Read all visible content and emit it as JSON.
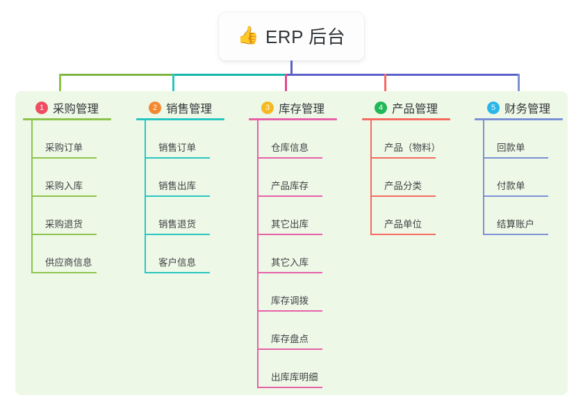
{
  "title": {
    "emoji": "👍",
    "emoji_name": "thumbs-up-icon",
    "text": "ERP 后台"
  },
  "colors": {
    "panel_bg": "#eef8e7",
    "page_bg": "#ffffff",
    "stem": "#5a5fc7",
    "bus_segment_1": "#7cb342",
    "bus_segment_2": "#12b5ac",
    "bus_segment_3": "#5a5fc7"
  },
  "columns": [
    {
      "index": "1",
      "title": "采购管理",
      "badge_color": "#ef4e62",
      "line_color": "#8bc34a",
      "drop_color": "#8bc34a",
      "items": [
        "采购订单",
        "采购入库",
        "采购退货",
        "供应商信息"
      ]
    },
    {
      "index": "2",
      "title": "销售管理",
      "badge_color": "#f5882f",
      "line_color": "#26c6c0",
      "drop_color": "#26c6c0",
      "items": [
        "销售订单",
        "销售出库",
        "销售退货",
        "客户信息"
      ]
    },
    {
      "index": "3",
      "title": "库存管理",
      "badge_color": "#f5b921",
      "line_color": "#e75fa8",
      "drop_color": "#e8458c",
      "items": [
        "仓库信息",
        "产品库存",
        "其它出库",
        "其它入库",
        "库存调拨",
        "库存盘点",
        "出库库明细"
      ]
    },
    {
      "index": "4",
      "title": "产品管理",
      "badge_color": "#22b757",
      "line_color": "#f5695f",
      "drop_color": "#f5695f",
      "items": [
        "产品（物料）",
        "产品分类",
        "产品单位"
      ]
    },
    {
      "index": "5",
      "title": "财务管理",
      "badge_color": "#29b6e8",
      "line_color": "#7b8fd4",
      "drop_color": "#7b8fd4",
      "items": [
        "回款单",
        "付款单",
        "结算账户"
      ]
    }
  ]
}
